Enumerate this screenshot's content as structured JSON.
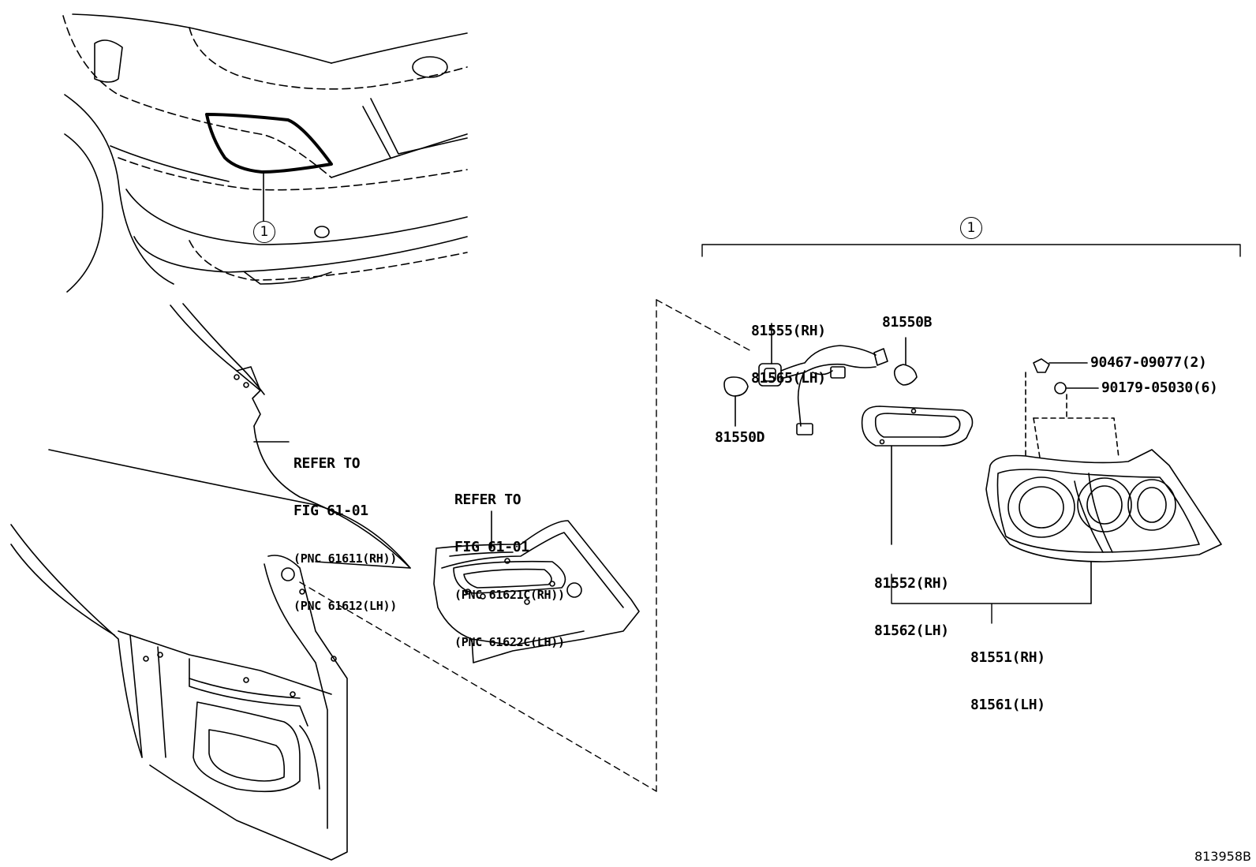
{
  "callout": {
    "number": "1"
  },
  "labels": {
    "refer_to_1": {
      "line1": "REFER TO",
      "line2": "FIG 61-01",
      "line3": "(PNC 61611(RH))",
      "line4": "(PNC 61612(LH))"
    },
    "refer_to_2": {
      "line1": "REFER TO",
      "line2": "FIG 61-01",
      "line3": "(PNC 61621C(RH))",
      "line4": "(PNC 61622C(LH))"
    },
    "socket_rh": "81555(RH)",
    "socket_lh": "81565(LH)",
    "bulb_b": "81550B",
    "bulb_d": "81550D",
    "screw": "90467-09077(2)",
    "nut": "90179-05030(6)",
    "gasket_rh": "81552(RH)",
    "gasket_lh": "81562(LH)",
    "lamp_rh": "81551(RH)",
    "lamp_lh": "81561(LH)"
  },
  "figure_number": "813958B"
}
